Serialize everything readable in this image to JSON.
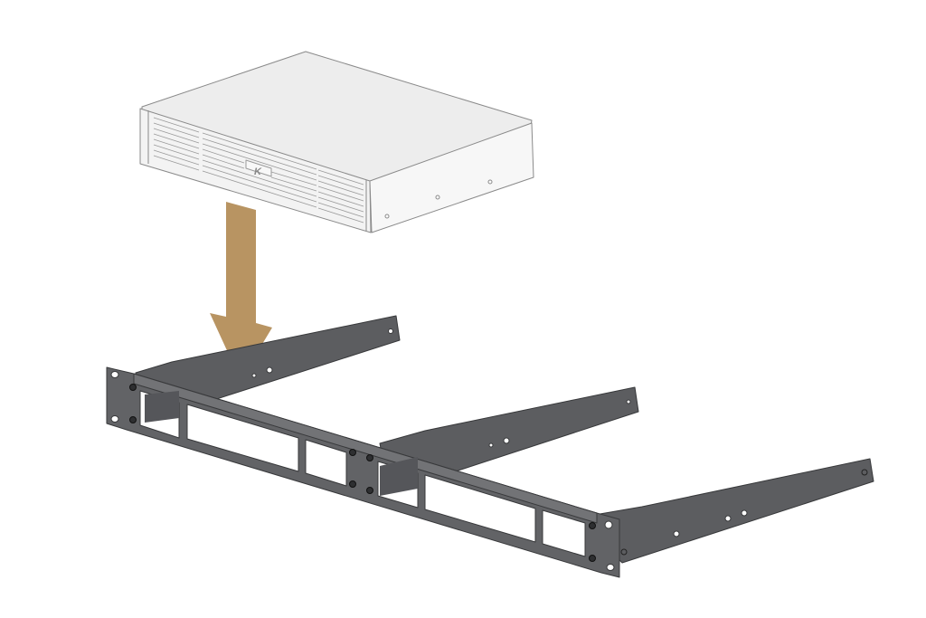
{
  "diagram": {
    "description": "Installation illustration: device placed into dual rack-mount bracket",
    "device": {
      "logo_text": "K",
      "body_color": "#ececec",
      "outline_color": "#8a8a8a"
    },
    "arrow": {
      "direction": "down",
      "color": "#b89462"
    },
    "rack_bracket": {
      "color": "#5a5b5e",
      "edge_color": "#3a3b3d",
      "highlight": "#707174"
    }
  }
}
